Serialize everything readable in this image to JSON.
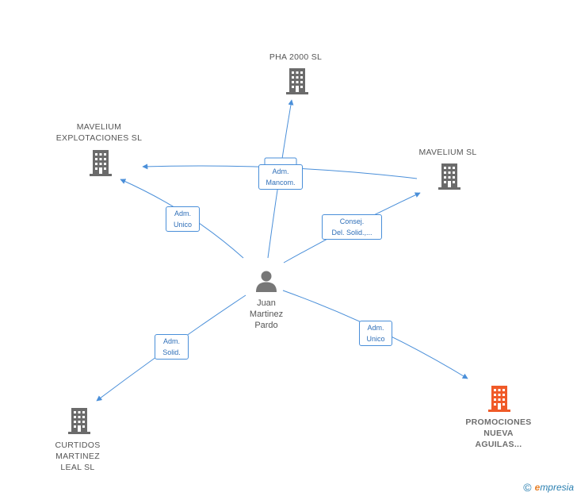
{
  "nodes": {
    "pha2000": {
      "lines": [
        "PHA 2000 SL"
      ]
    },
    "mavelium_expl": {
      "lines": [
        "MAVELIUM",
        "EXPLOTACIONES SL"
      ]
    },
    "mavelium": {
      "lines": [
        "MAVELIUM SL"
      ]
    },
    "curtidos": {
      "lines": [
        "CURTIDOS",
        "MARTINEZ",
        "LEAL SL"
      ]
    },
    "promociones": {
      "lines": [
        "PROMOCIONES",
        "NUEVA",
        "AGUILAS..."
      ]
    }
  },
  "person": {
    "lines": [
      "Juan",
      "Martinez",
      "Pardo"
    ]
  },
  "edges": {
    "to_pha": {
      "lines": [
        "Adm.",
        "Mancom."
      ]
    },
    "to_mav_expl": {
      "lines": [
        "Adm.",
        "Unico"
      ]
    },
    "to_mavelium": {
      "lines": [
        "Consej.",
        "Del. Solid.,..."
      ]
    },
    "to_curtidos": {
      "lines": [
        "Adm.",
        "Solid."
      ]
    },
    "to_promociones": {
      "lines": [
        "Adm.",
        "Unico"
      ]
    }
  },
  "colors": {
    "edge": "#4a8fd9",
    "building_gray": "#6b6b6b",
    "building_highlight": "#f05a28",
    "person": "#777777"
  },
  "footer": {
    "copyright_symbol": "©",
    "brand_initial": "e",
    "brand_rest": "mpresia"
  }
}
